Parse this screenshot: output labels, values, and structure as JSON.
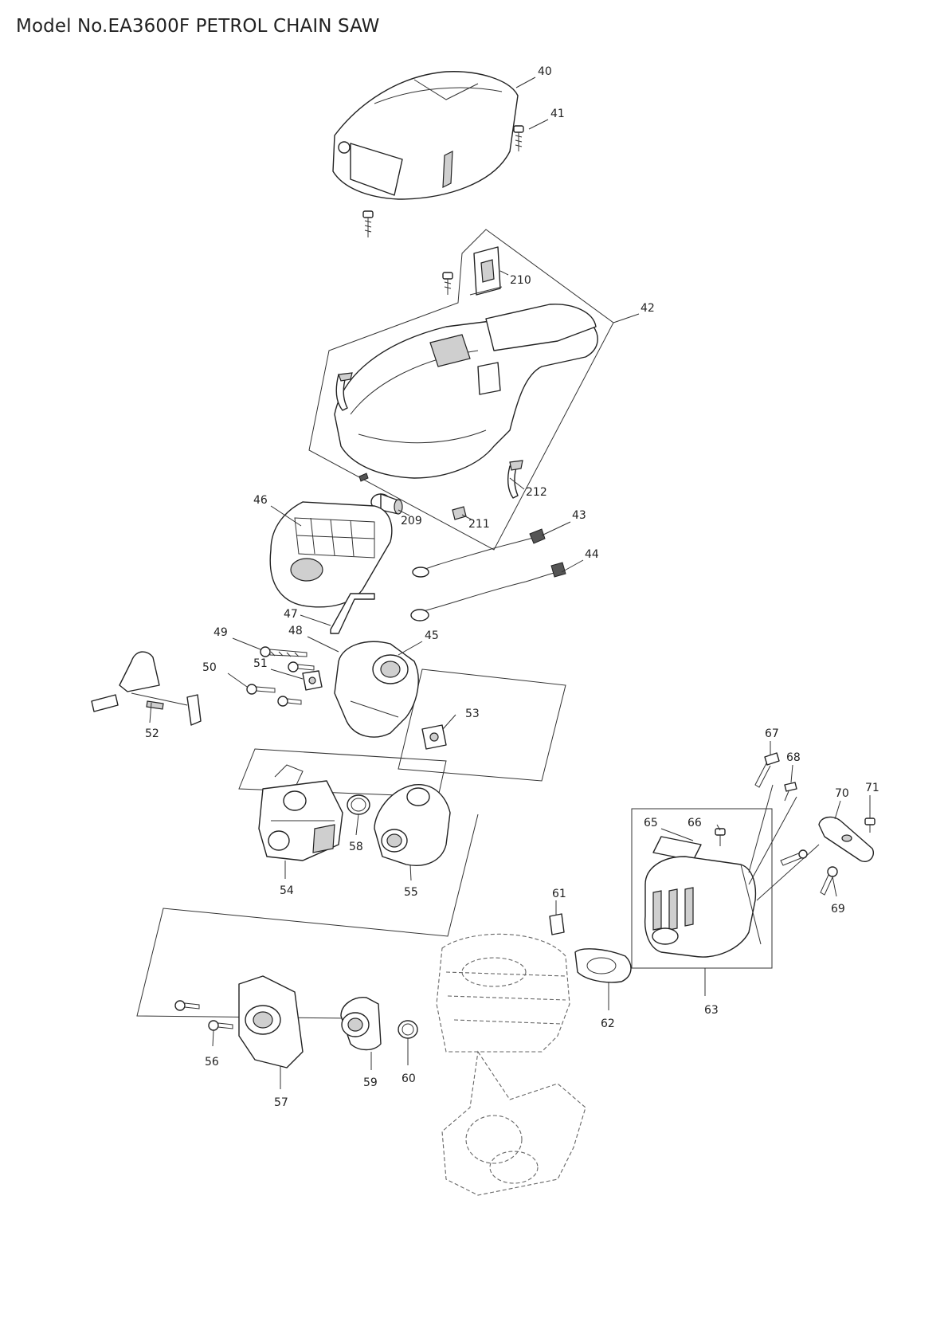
{
  "title": "Model No.EA3600F PETROL CHAIN SAW",
  "callouts": {
    "c40": "40",
    "c41": "41",
    "c42": "42",
    "c43": "43",
    "c44": "44",
    "c45": "45",
    "c46": "46",
    "c47": "47",
    "c48": "48",
    "c49": "49",
    "c50": "50",
    "c51": "51",
    "c52": "52",
    "c53": "53",
    "c54": "54",
    "c55": "55",
    "c56": "56",
    "c57": "57",
    "c58": "58",
    "c59": "59",
    "c60": "60",
    "c61": "61",
    "c62": "62",
    "c63": "63",
    "c65": "65",
    "c66": "66",
    "c67": "67",
    "c68": "68",
    "c69": "69",
    "c70": "70",
    "c71": "71",
    "c209": "209",
    "c210": "210",
    "c211": "211",
    "c212": "212"
  }
}
